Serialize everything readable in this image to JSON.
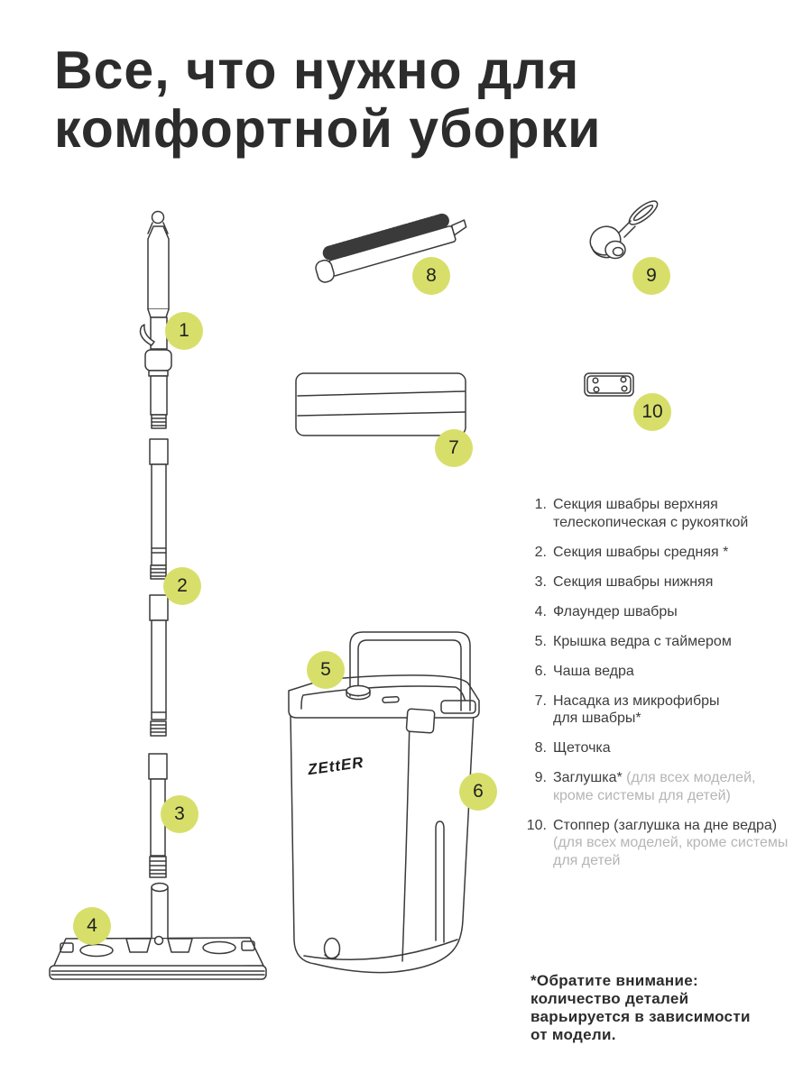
{
  "title": "Все, что нужно для\nкомфортной уборки",
  "diagram": {
    "brand": "ZEttER",
    "badges": [
      {
        "label": "1"
      },
      {
        "label": "2"
      },
      {
        "label": "3"
      },
      {
        "label": "4"
      },
      {
        "label": "5"
      },
      {
        "label": "6"
      },
      {
        "label": "7"
      },
      {
        "label": "8"
      },
      {
        "label": "9"
      },
      {
        "label": "10"
      }
    ]
  },
  "legend": {
    "items": [
      {
        "num": "1.",
        "main": "Секция швабры верхняя\nтелескопическая с рукояткой"
      },
      {
        "num": "2.",
        "main": "Секция швабры средняя *"
      },
      {
        "num": "3.",
        "main": "Секция швабры нижняя"
      },
      {
        "num": "4.",
        "main": "Флаундер швабры"
      },
      {
        "num": "5.",
        "main": "Крышка ведра с таймером"
      },
      {
        "num": "6.",
        "main": "Чаша ведра"
      },
      {
        "num": "7.",
        "main": "Насадка из микрофибры\nдля швабры*"
      },
      {
        "num": "8.",
        "main": "Щеточка"
      },
      {
        "num": "9.",
        "main": "Заглушка*",
        "note": "(для всех моделей,\nкроме системы для детей)"
      },
      {
        "num": "10.",
        "main": "Стоппер (заглушка на дне ведра)",
        "note": "(для всех моделей, кроме системы\nдля детей"
      }
    ]
  },
  "footnote": "*Обратите внимание:\nколичество деталей\nварьируется в зависимости\nот модели.",
  "colors": {
    "badge": "#d7df6a",
    "ink": "#2c2c2c",
    "line": "#3a3a3a",
    "muted": "#b5b5b5"
  }
}
